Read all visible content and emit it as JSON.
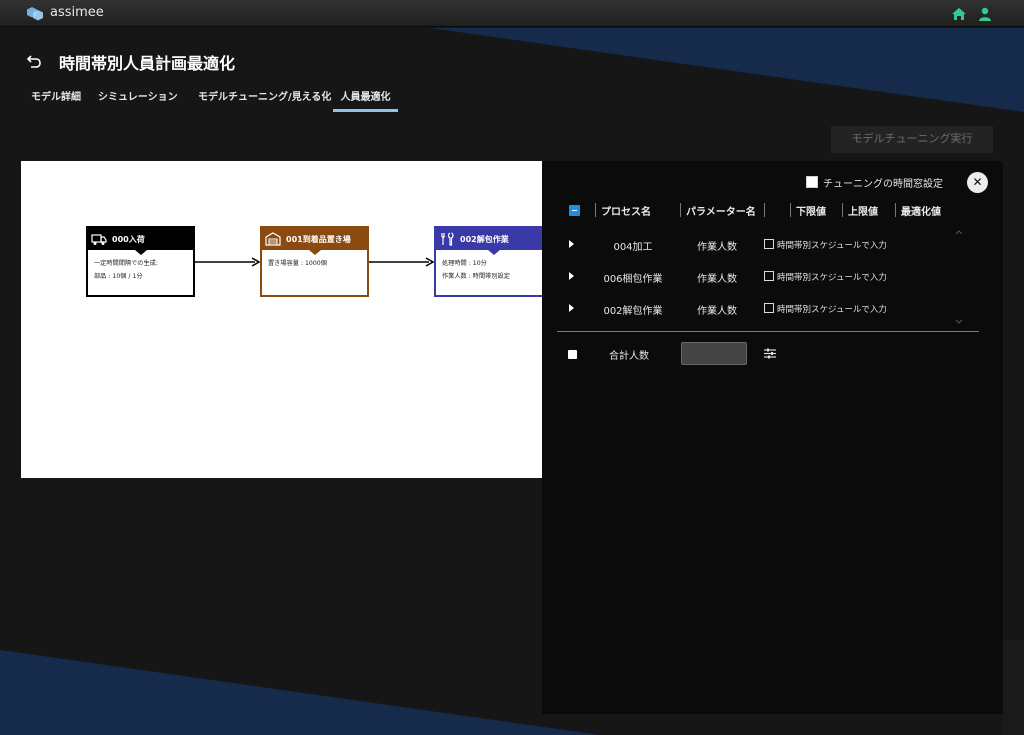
{
  "app": {
    "name": "assimee"
  },
  "header": {
    "title": "時間帯別人員計画最適化"
  },
  "tabs": [
    {
      "label": "モデル詳細"
    },
    {
      "label": "シミュレーション"
    },
    {
      "label": "モデルチューニング/見える化"
    },
    {
      "label": "人員最適化",
      "active": true
    }
  ],
  "toolbar": {
    "run_tuning_label": "モデルチューニング実行"
  },
  "canvas": {
    "nodes": [
      {
        "title": "000入荷",
        "lines": [
          "一定時間間隔での生成:",
          "部品 : 10個 / 1分"
        ],
        "color": "#000000",
        "icon": "truck-icon"
      },
      {
        "title": "001到着品置き場",
        "lines": [
          "置き場容量 : 1000個"
        ],
        "color": "#8b4a10",
        "icon": "warehouse-icon"
      },
      {
        "title": "002解包作業",
        "lines": [
          "処理時間 : 10分",
          "作業人数 : 時間帯別設定"
        ],
        "color": "#3939a8",
        "icon": "tools-icon"
      }
    ]
  },
  "panel": {
    "time_window_label": "チューニングの時間窓設定",
    "columns": [
      "プロセス名",
      "パラメーター名",
      "下限値",
      "上限値",
      "最適化値"
    ],
    "rows": [
      {
        "process": "004加工",
        "param": "作業人数",
        "schedule_label": "時間帯別スケジュールで入力"
      },
      {
        "process": "006梱包作業",
        "param": "作業人数",
        "schedule_label": "時間帯別スケジュールで入力"
      },
      {
        "process": "002解包作業",
        "param": "作業人数",
        "schedule_label": "時間帯別スケジュールで入力"
      }
    ],
    "total": {
      "label": "合計人数",
      "value": ""
    }
  },
  "colors": {
    "accent": "#8fc3ea",
    "home_icon": "#2ecc8f",
    "checkbox_blue": "#1e90e0",
    "background_navy": "#162a4c"
  }
}
